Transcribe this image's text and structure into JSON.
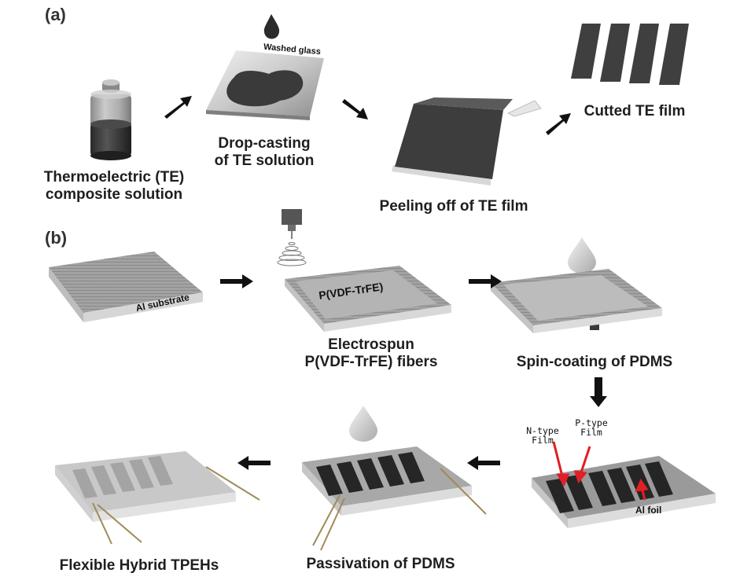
{
  "panel_a": {
    "label": "(a)",
    "step1": [
      "Thermoelectric (TE)",
      "composite solution"
    ],
    "step2": [
      "Drop-casting",
      "of TE solution"
    ],
    "step2_glass": "Washed glass",
    "step3": "Peeling off of TE film",
    "step4": "Cutted TE film"
  },
  "panel_b": {
    "label": "(b)",
    "al_substrate": "Al substrate",
    "pvdf_label": "P(VDF-TrFE)",
    "electrospun": [
      "Electrospun",
      "P(VDF-TrFE) fibers"
    ],
    "spin_coating": "Spin-coating of PDMS",
    "n_type": [
      "N-type",
      "Film"
    ],
    "p_type": [
      "P-type",
      "Film"
    ],
    "al_foil": "Al foil",
    "passivation": "Passivation of PDMS",
    "final": "Flexible Hybrid TPEHs"
  }
}
